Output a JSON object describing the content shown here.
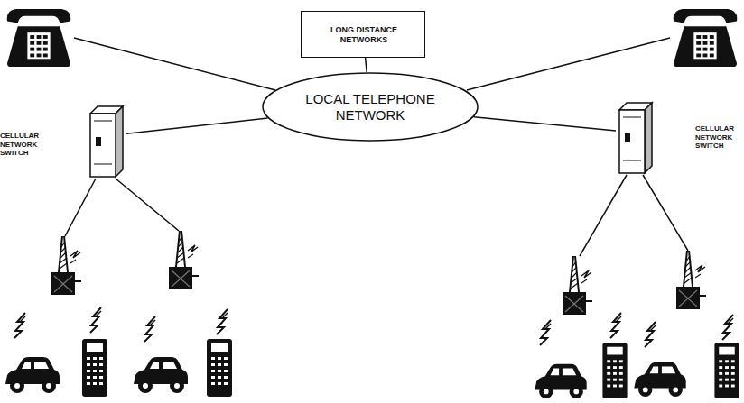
{
  "diagram": {
    "nodes": [
      {
        "text": [
          "LONG DISTANCE NETWORKS"
        ]
      },
      {
        "text": [
          "CELLULAR NETWORK SWITCH"
        ]
      },
      {
        "text": [
          "LOCAL TELEPHONE NETWORK"
        ]
      },
      {
        "text": [
          "CELLULAR NETWORK SWITCH"
        ]
      }
    ],
    "edges": [
      {
        "from": 0,
        "to": 2,
        "arrow": "none"
      },
      {
        "from": 1,
        "to": 2,
        "arrow": "none"
      },
      {
        "from": 3,
        "to": 2,
        "arrow": "none"
      }
    ]
  }
}
